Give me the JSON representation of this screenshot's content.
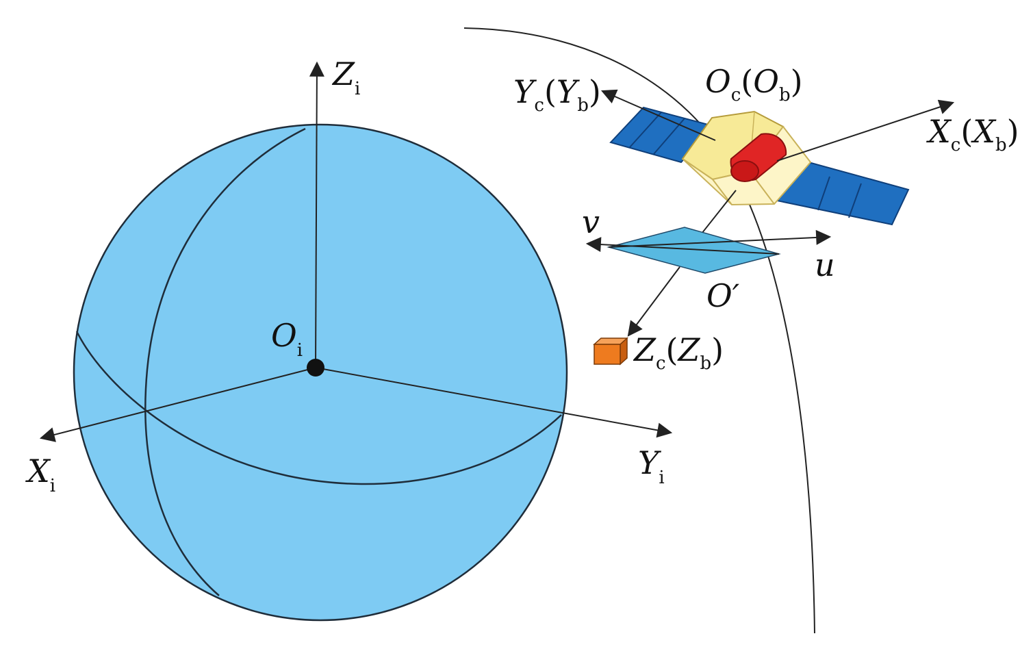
{
  "colors": {
    "earth": "#7ecbf3",
    "earth_stroke": "#1f2d3a",
    "panel": "#1f6fc0",
    "panel_stroke": "#0f3f7a",
    "bus_top": "#f7ea97",
    "bus_side": "#fdf5c8",
    "camera": "#e02525",
    "image_plane": "#58b9e1",
    "target": "#ee7b1f",
    "line": "#222222"
  },
  "labels": {
    "zi": {
      "main": "Z",
      "sub": "i"
    },
    "xi": {
      "main": "X",
      "sub": "i"
    },
    "yi": {
      "main": "Y",
      "sub": "i"
    },
    "oi": {
      "main": "O",
      "sub": "i"
    },
    "oc": {
      "main": "O",
      "sub": "c",
      "paren_main": "O",
      "paren_sub": "b"
    },
    "yc": {
      "main": "Y",
      "sub": "c",
      "paren_main": "Y",
      "paren_sub": "b"
    },
    "xc": {
      "main": "X",
      "sub": "c",
      "paren_main": "X",
      "paren_sub": "b"
    },
    "zc": {
      "main": "Z",
      "sub": "c",
      "paren_main": "Z",
      "paren_sub": "b"
    },
    "v": "v",
    "u": "u",
    "o_prime": "O′"
  },
  "icons": {
    "satellite": "satellite-icon",
    "camera": "camera-icon",
    "target": "target-box-icon",
    "earth": "earth-sphere"
  }
}
